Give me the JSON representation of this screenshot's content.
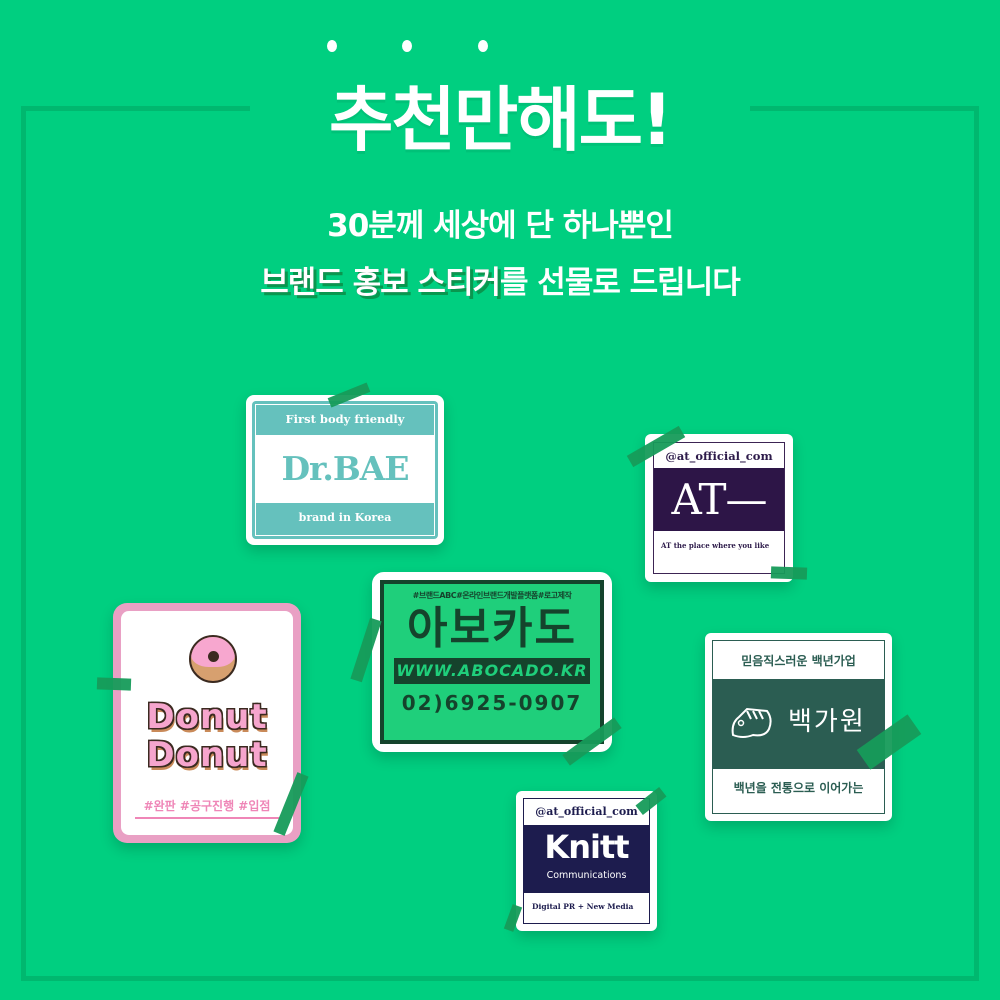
{
  "header": {
    "title": "추천만해도!",
    "subtitle_line1": "30분께 세상에 단 하나뿐인",
    "subtitle_line2_highlight": "브랜드 홍보 스티커",
    "subtitle_line2_rest": "를 선물로 드립니다"
  },
  "colors": {
    "background": "#00cf80",
    "frame": "#00b86f",
    "tape": "#169b5a"
  },
  "stickers": {
    "drbae": {
      "top": "First body friendly",
      "name": "Dr.BAE",
      "bottom": "brand in Korea",
      "color": "#65c1bd"
    },
    "at": {
      "top": "@at_official_com",
      "name": "AT—",
      "bottom": "AT the place where you like",
      "color": "#2d1547"
    },
    "abocado": {
      "tags": "#브랜드ABC#온라인브랜드개발플랫폼#로고제작",
      "name": "아보카도",
      "url": "WWW.ABOCADO.KR",
      "phone": "02)6925-0907",
      "color": "#15432c"
    },
    "donut": {
      "word1": "Donut",
      "word2": "Donut",
      "tags": "#완판 #공구진행 #입점",
      "color": "#e9a0c4"
    },
    "baekgawon": {
      "top": "믿음직스러운 백년가업",
      "name": "백가원",
      "bottom": "백년을 전통으로 이어가는",
      "color": "#2b5d52"
    },
    "knitt": {
      "top": "@at_official_com",
      "name": "Knitt",
      "sub": "Communications",
      "bottom": "Digital PR + New Media",
      "color": "#1d1c4e"
    }
  }
}
